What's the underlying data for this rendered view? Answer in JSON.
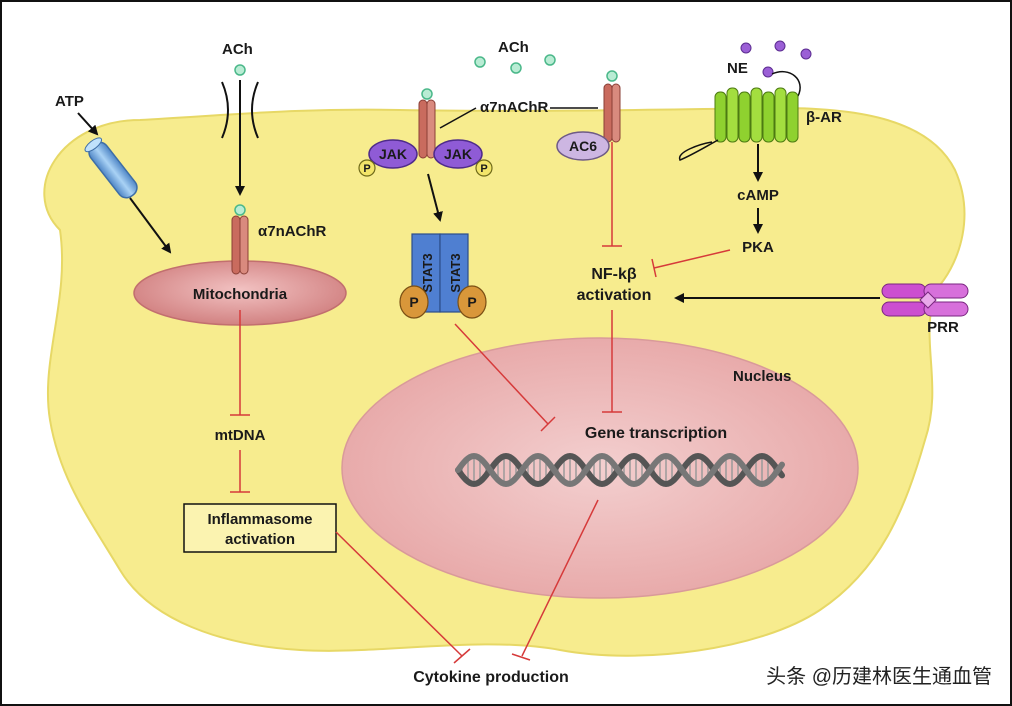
{
  "labels": {
    "ach_left": "ACh",
    "ach_top": "ACh",
    "atp": "ATP",
    "ne": "NE",
    "beta_ar": "β-AR",
    "a7_left": "α7nAChR",
    "a7_top": "α7nAChR",
    "jak_left": "JAK",
    "jak_right": "JAK",
    "p_jak_left": "P",
    "p_jak_right": "P",
    "ac6": "AC6",
    "camp": "cAMP",
    "pka": "PKA",
    "nfkb_line1": "NF-kβ",
    "nfkb_line2": "activation",
    "prr": "PRR",
    "mitochondria": "Mitochondria",
    "stat3_a": "STAT3",
    "stat3_b": "STAT3",
    "p_stat_left": "P",
    "p_stat_right": "P",
    "nucleus": "Nucleus",
    "gene_transcription": "Gene transcription",
    "mtdna": "mtDNA",
    "inflammasome_line1": "Inflammasome",
    "inflammasome_line2": "activation",
    "cytokine": "Cytokine production"
  },
  "watermark": "头条 @历建林医生通血管",
  "colors": {
    "cell": "#f7ec8e",
    "cell_edge": "#e7d866",
    "nucleus": "#ebb1b1",
    "mitochondria": "#d98e8e",
    "receptor": "#c96b5e",
    "jak": "#8f5bd6",
    "stat3": "#4f7fd1",
    "phosphate": "#d9973a",
    "beta_ar": "#8fd12f",
    "prr": "#cc4fd0",
    "inhibit": "#d63a3a",
    "arrow": "#111111"
  }
}
